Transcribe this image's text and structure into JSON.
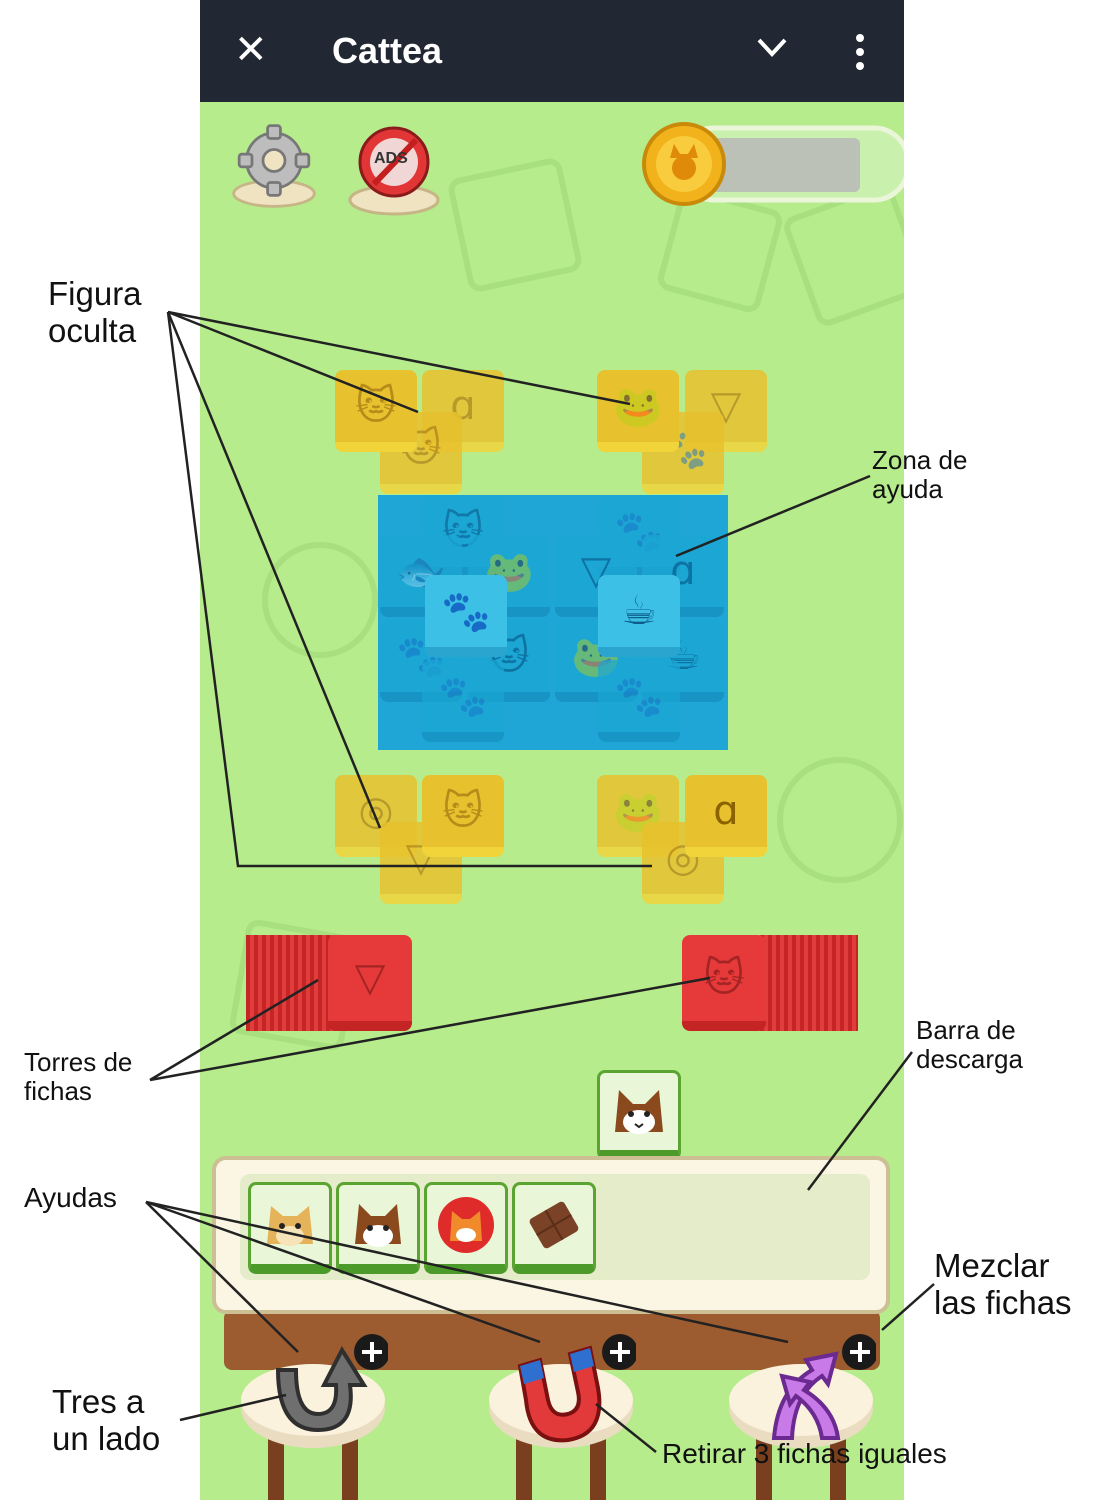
{
  "topbar": {
    "close_icon": "close-icon",
    "title": "Cattea",
    "dropdown_icon": "chevron-down-icon",
    "menu_icon": "more-vertical-icon",
    "bg_color": "#212733"
  },
  "hud": {
    "settings_icon": "gear-icon",
    "no_ads_label": "ADS",
    "coin_icon": "cat-coin-icon"
  },
  "tiles": {
    "yellow_color": "#e8c12e",
    "help_zone_color": "#1fa6d6",
    "tower_color": "#e23d3d",
    "tray_tiles": [
      "doge-icon",
      "cat-icon",
      "shiba-icon",
      "chocolate-icon"
    ],
    "waiting_tile": "cat-icon"
  },
  "annotations": {
    "hidden_figure": "Figura\noculta",
    "help_zone": "Zona de\nayuda",
    "tile_towers": "Torres de\nfichas",
    "download_bar": "Barra de\ndescarga",
    "helps": "Ayudas",
    "shuffle": "Mezclar\nlas fichas",
    "three_aside": "Tres a\nun lado",
    "remove_three": "Retirar 3 fichas iguales"
  },
  "boosters": {
    "undo_icon": "undo-arrow-icon",
    "magnet_icon": "magnet-icon",
    "shuffle_icon": "shuffle-arrows-icon",
    "add_icon": "plus-icon"
  }
}
